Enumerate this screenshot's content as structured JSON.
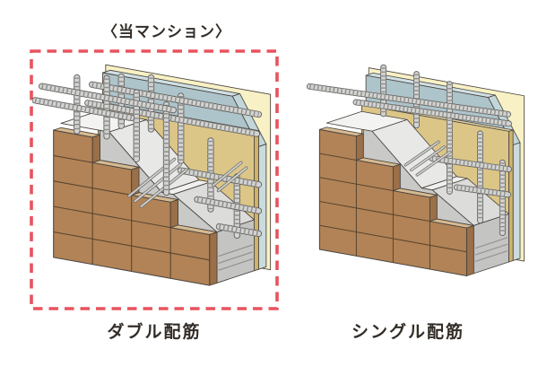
{
  "title": "〈当マンション〉",
  "panels": [
    {
      "label": "ダブル配筋",
      "reinforcement": "double",
      "highlighted": true
    },
    {
      "label": "シングル配筋",
      "reinforcement": "single",
      "highlighted": false
    }
  ],
  "colors": {
    "highlight_border": "#e8535e",
    "label_text": "#332d27",
    "outline": "#4a4440",
    "brick_face": "#b28356",
    "brick_side": "#9b6f47",
    "brick_top": "#d6ba90",
    "brick_line": "#5a452f",
    "concrete_top": "#f3f3f1",
    "concrete_light": "#e8e8e6",
    "concrete_ledge": "#f0f0ee",
    "concrete_mid": "#dcdcda",
    "concrete_front": "#c9c9c7",
    "concrete_end": "#c4c4c2",
    "concrete_end_line": "#8f8f8d",
    "board_tan": "#dcc687",
    "board_tan_top": "#e9d9a6",
    "board_tan_side": "#cdb36b",
    "panel_blue": "#adc4cb",
    "panel_blue_top": "#cfe0e3",
    "panel_blue_chamfer": "#c2d6da",
    "panel_blue_side": "#c9dbdf",
    "panel_cream": "#f8f1c5",
    "rebar_body": "#d3d3d1",
    "rebar_edge": "#5c5c5a",
    "rebar_rib": "#8e8e8c",
    "tie_body": "#d0d0ce",
    "tie_edge": "#6a6a68"
  }
}
